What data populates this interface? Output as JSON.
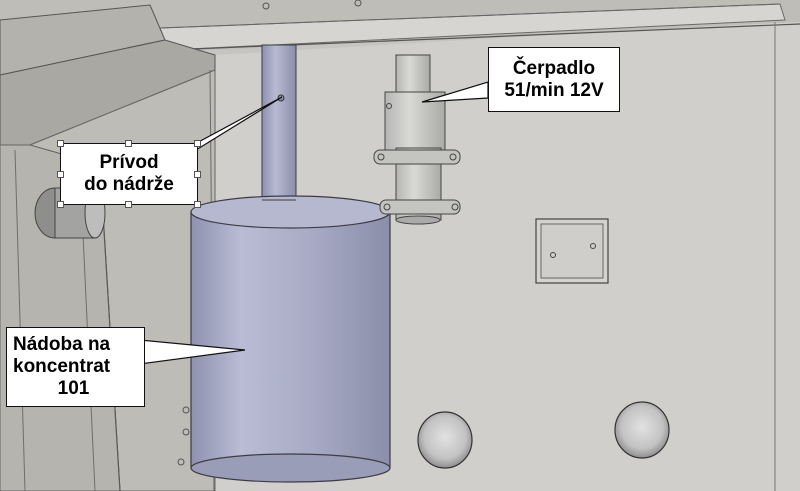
{
  "labels": {
    "inlet": {
      "line1": "Prívod",
      "line2": "do nádrže"
    },
    "pump": {
      "line1": "Čerpadlo",
      "line2": "51/min 12V"
    },
    "container": {
      "line1": "Nádoba na",
      "line2": "koncentrat",
      "line3": "101"
    }
  },
  "colors": {
    "background": "#c9c8c4",
    "panel": "#d2d1cd",
    "frame": "#b9b8b3",
    "cylinder": "#a9acc6",
    "label_bg": "#ffffff",
    "label_border": "#111111"
  }
}
